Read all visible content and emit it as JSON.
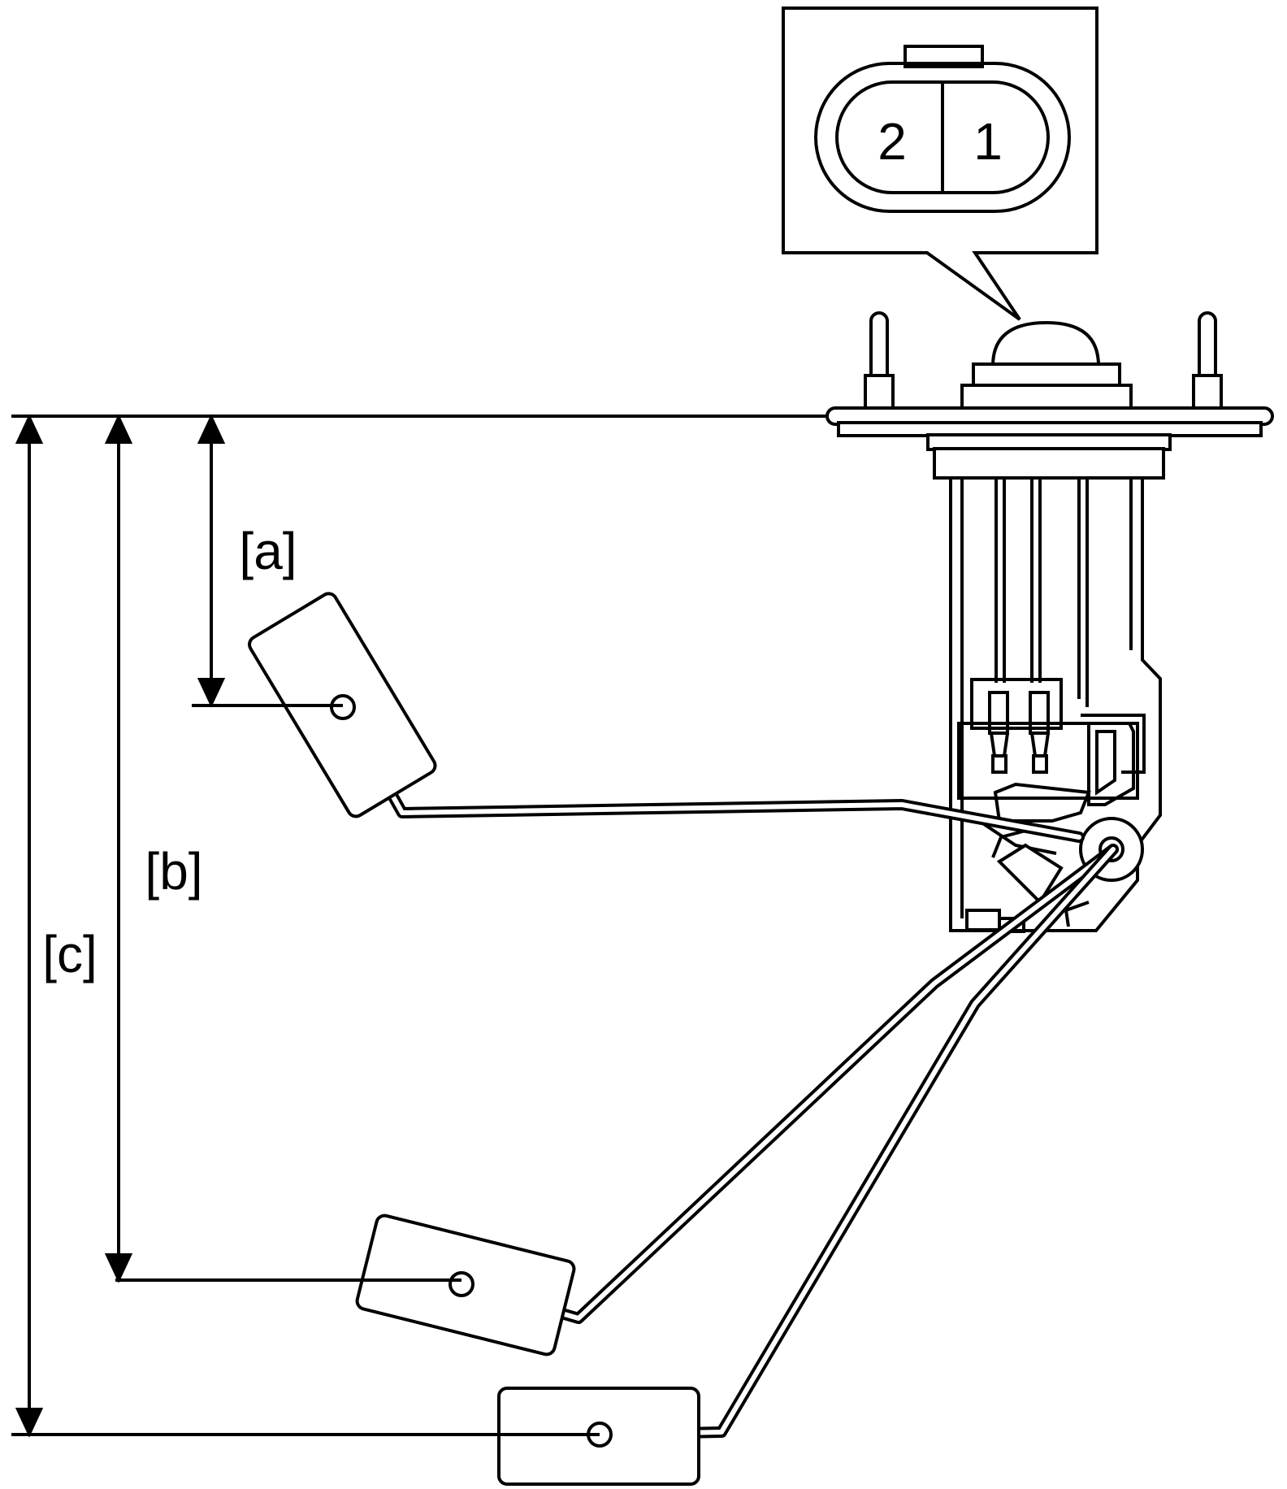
{
  "connector": {
    "pins": [
      "2",
      "1"
    ]
  },
  "dimensions": [
    {
      "label": "[a]"
    },
    {
      "label": "[b]"
    },
    {
      "label": "[c]"
    }
  ],
  "colors": {
    "line": "#000000",
    "background": "#ffffff"
  }
}
